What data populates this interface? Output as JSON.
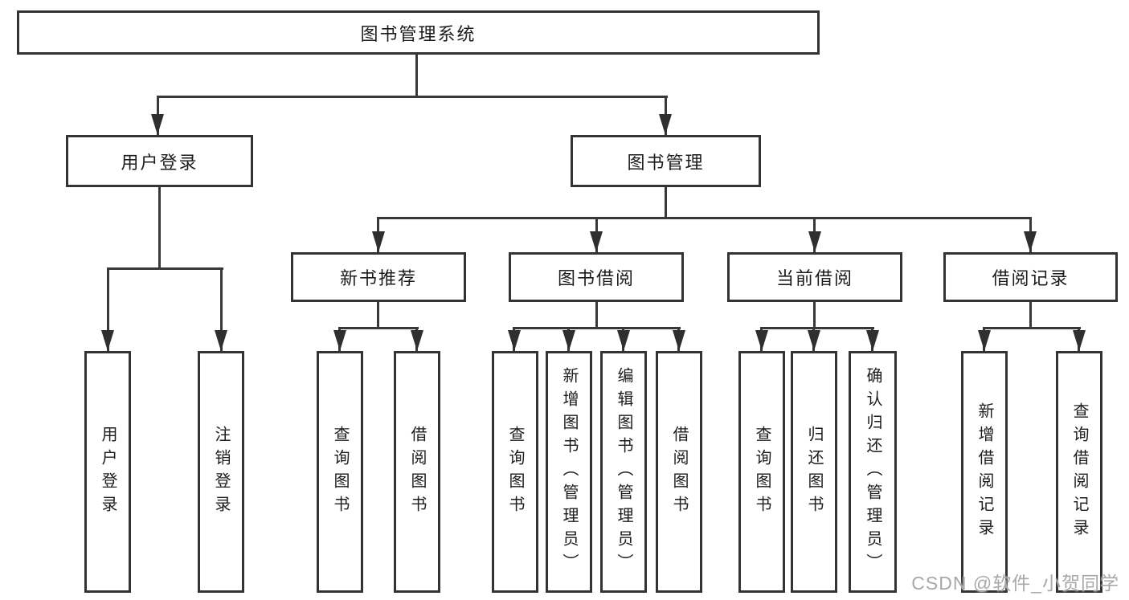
{
  "tree": {
    "label": "图书管理系统",
    "children": [
      {
        "label": "用户登录",
        "children": [
          {
            "label": "用户登录"
          },
          {
            "label": "注销登录"
          }
        ]
      },
      {
        "label": "图书管理",
        "children": [
          {
            "label": "新书推荐",
            "children": [
              {
                "label": "查询图书"
              },
              {
                "label": "借阅图书"
              }
            ]
          },
          {
            "label": "图书借阅",
            "children": [
              {
                "label": "查询图书"
              },
              {
                "label": "新增图书（管理员）"
              },
              {
                "label": "编辑图书（管理员）"
              },
              {
                "label": "借阅图书"
              }
            ]
          },
          {
            "label": "当前借阅",
            "children": [
              {
                "label": "查询图书"
              },
              {
                "label": "归还图书"
              },
              {
                "label": "确认归还（管理员）"
              }
            ]
          },
          {
            "label": "借阅记录",
            "children": [
              {
                "label": "新增借阅记录"
              },
              {
                "label": "查询借阅记录"
              }
            ]
          }
        ]
      }
    ]
  },
  "watermark": {
    "text": "CSDN @软件_小贺同学"
  }
}
